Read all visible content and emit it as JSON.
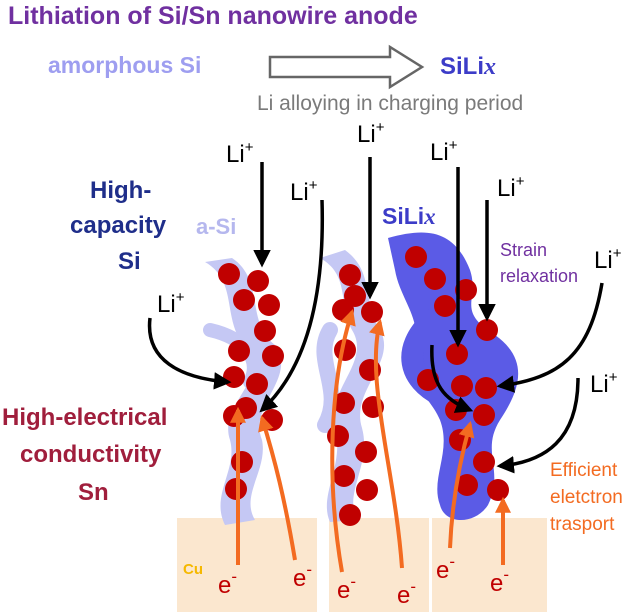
{
  "title": "Lithiation of Si/Sn nanowire anode",
  "header": {
    "from_label": "amorphous Si",
    "to_label_main": "SiLi",
    "to_label_sub": "x",
    "caption": "Li alloying in charging period"
  },
  "labels": {
    "high_capacity": [
      "High-",
      "capacity",
      "Si"
    ],
    "a_si": "a-Si",
    "siLix_main": "SiLi",
    "siLix_sub": "x",
    "strain": [
      "Strain",
      "relaxation"
    ],
    "high_conductivity": [
      "High-electrical",
      "conductivity",
      "Sn"
    ],
    "efficient": [
      "Efficient",
      "eletctron",
      "trasport"
    ],
    "cu": "Cu",
    "li": "Li",
    "li_sup": "+",
    "e": "e",
    "e_sup": "-"
  },
  "colors": {
    "title": "#7030A0",
    "light_wire": "#C5C8F4",
    "dark_wire": "#5B5BE6",
    "dark_text": "#1F2E8A",
    "sn_text": "#A01E3C",
    "particle": "#C00000",
    "electron": "#F36B21",
    "cu_base": "#FBE7CF",
    "cu_text": "#F5B800",
    "header_light": "#9E9EF0",
    "header_dark": "#3C3CC8",
    "caption": "#7A7A7A"
  }
}
